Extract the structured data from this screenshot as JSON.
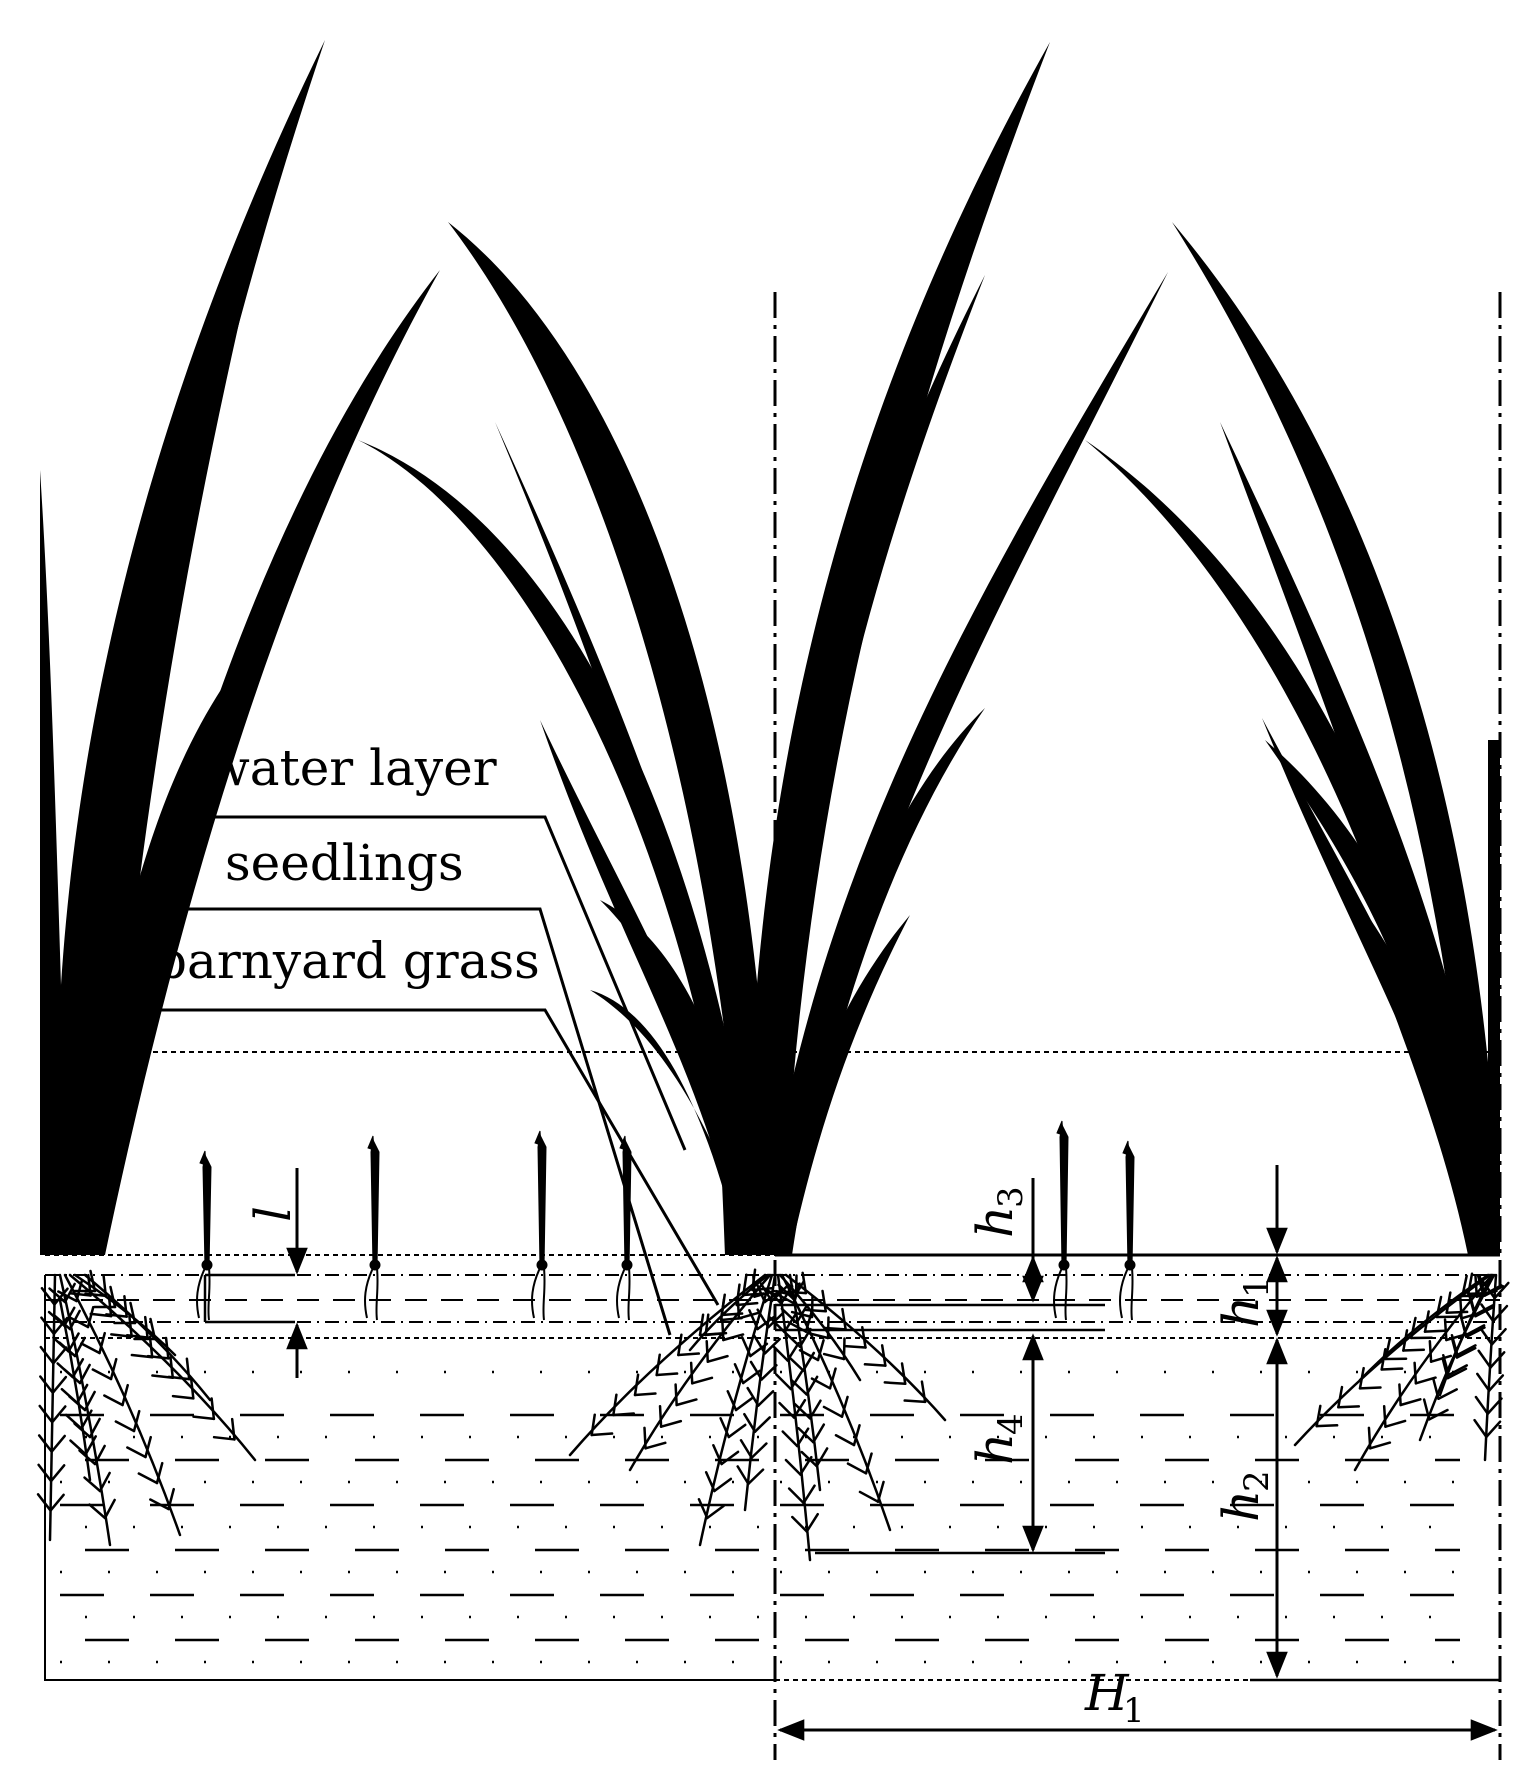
{
  "labels": {
    "water_layer": "water layer",
    "seedlings": "seedlings",
    "barnyard_grass": "barnyard grass"
  },
  "dimensions": {
    "l": {
      "symbol": "l"
    },
    "h3": {
      "symbol": "h",
      "sub": "3"
    },
    "h1": {
      "symbol": "h",
      "sub": "1"
    },
    "h4": {
      "symbol": "h",
      "sub": "4"
    },
    "h2": {
      "symbol": "h",
      "sub": "2"
    },
    "H1": {
      "symbol": "H",
      "sub": "1"
    }
  },
  "colors": {
    "ink": "#000000",
    "background": "#ffffff"
  }
}
